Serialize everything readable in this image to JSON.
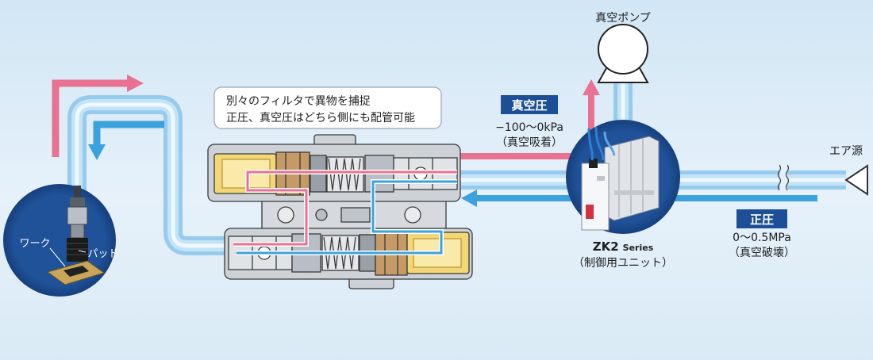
{
  "pump": {
    "label": "真空ポンプ"
  },
  "callout": {
    "line1": "別々のフィルタで異物を捕捉",
    "line2": "正圧、真空圧はどちら側にも配管可能"
  },
  "vacuum": {
    "title": "真空圧",
    "range": "−100〜0kPa",
    "purpose": "（真空吸着）"
  },
  "positive": {
    "title": "正圧",
    "range": "0〜0.5MPa",
    "purpose": "（真空破壊）"
  },
  "air_source": {
    "label": "エア源"
  },
  "unit": {
    "model": "ZK2",
    "series": "Series",
    "description": "（制御用ユニット）"
  },
  "pad_detail": {
    "work_label": "ワーク",
    "pad_label": "パッド"
  },
  "colors": {
    "vacuum_flow": "#e8728f",
    "positive_flow": "#3ba2dd",
    "circle": "#1d4f96",
    "tube": "#a6d5f2"
  }
}
